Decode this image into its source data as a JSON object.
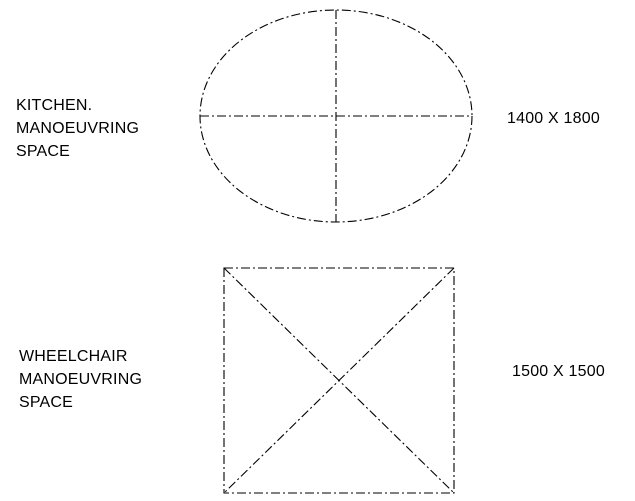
{
  "kitchen": {
    "label_lines": [
      "KITCHEN.",
      "MANOEUVRING",
      "SPACE"
    ],
    "dimensions": "1400 X 1800",
    "shape": "ellipse",
    "shape_marks": "center cross"
  },
  "wheelchair": {
    "label_lines": [
      "WHEELCHAIR",
      "MANOEUVRING",
      "SPACE"
    ],
    "dimensions": "1500 X 1500",
    "shape": "square",
    "shape_marks": "diagonals"
  },
  "colors": {
    "line": "#000000",
    "background": "#ffffff"
  },
  "line_style": "dash-dot"
}
